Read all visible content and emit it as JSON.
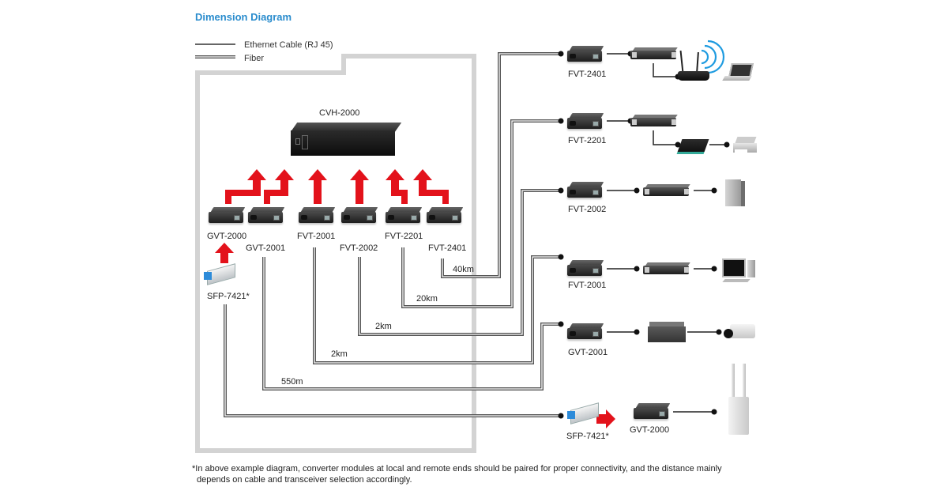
{
  "title": "Dimension Diagram",
  "legend": {
    "ethernet": "Ethernet Cable (RJ 45)",
    "fiber": "Fiber"
  },
  "chassis": {
    "label": "CVH-2000"
  },
  "local_modules": [
    {
      "label": "GVT-2000"
    },
    {
      "label": "GVT-2001"
    },
    {
      "label": "FVT-2001"
    },
    {
      "label": "FVT-2002"
    },
    {
      "label": "FVT-2201"
    },
    {
      "label": "FVT-2401"
    }
  ],
  "local_sfp": {
    "label": "SFP-7421*"
  },
  "distances": [
    {
      "value": "40km",
      "link": "FVT-2401"
    },
    {
      "value": "20km",
      "link": "FVT-2201"
    },
    {
      "value": "2km",
      "link": "FVT-2002"
    },
    {
      "value": "2km",
      "link": "FVT-2001"
    },
    {
      "value": "550m",
      "link": "GVT-2001"
    }
  ],
  "remote": [
    {
      "label": "FVT-2401",
      "devices": [
        "switch-icon",
        "wireless-router-icon",
        "laptop-icon"
      ]
    },
    {
      "label": "FVT-2201",
      "devices": [
        "switch-icon",
        "print-server-icon",
        "printer-icon"
      ]
    },
    {
      "label": "FVT-2002",
      "devices": [
        "switch-icon",
        "desktop-tower-icon"
      ]
    },
    {
      "label": "FVT-2001",
      "devices": [
        "switch-icon",
        "desktop-computer-icon"
      ]
    },
    {
      "label": "GVT-2001",
      "devices": [
        "nvr-icon",
        "ip-camera-icon"
      ]
    },
    {
      "label": "GVT-2000",
      "sfp_label": "SFP-7421*",
      "devices": [
        "outdoor-access-point-icon"
      ]
    }
  ],
  "footnote": {
    "line1": "*In above example diagram, converter modules at local and remote ends should be paired for proper connectivity, and the distance mainly",
    "line2": "depends on cable and transceiver selection accordingly."
  },
  "colors": {
    "title": "#2a8ccd",
    "arrow": "#e3121b",
    "frame": "#d3d3d3",
    "fiber": "#555555",
    "wifi": "#1e9be0"
  }
}
